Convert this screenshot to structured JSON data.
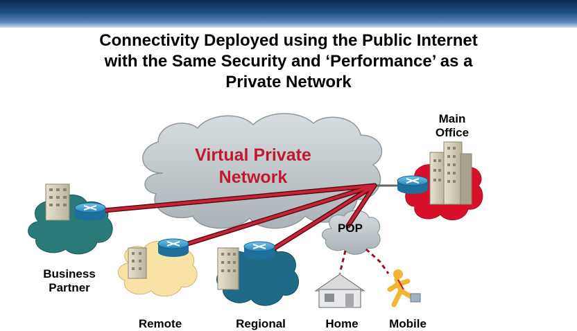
{
  "title": {
    "line1": "Connectivity Deployed using the Public Internet",
    "line2": "with the Same Security and ‘Performance’ as a",
    "line3": "Private Network"
  },
  "cloud": {
    "label_line1": "Virtual Private",
    "label_line2": "Network",
    "color": "#c01830"
  },
  "pop": {
    "label": "POP"
  },
  "sites": {
    "main_office": {
      "line1": "Main",
      "line2": "Office",
      "color": "#d8102a"
    },
    "business_partner": {
      "line1": "Business",
      "line2": "Partner",
      "color": "#2a7a78"
    },
    "remote": {
      "line1": "Remote",
      "color": "#f8e2a6"
    },
    "regional": {
      "line1": "Regional",
      "color": "#1f6a86"
    },
    "home": {
      "line1": "Home"
    },
    "mobile": {
      "line1": "Mobile"
    }
  },
  "icons": [
    "router-icon",
    "building-icon",
    "house-icon",
    "mobile-worker-icon"
  ]
}
